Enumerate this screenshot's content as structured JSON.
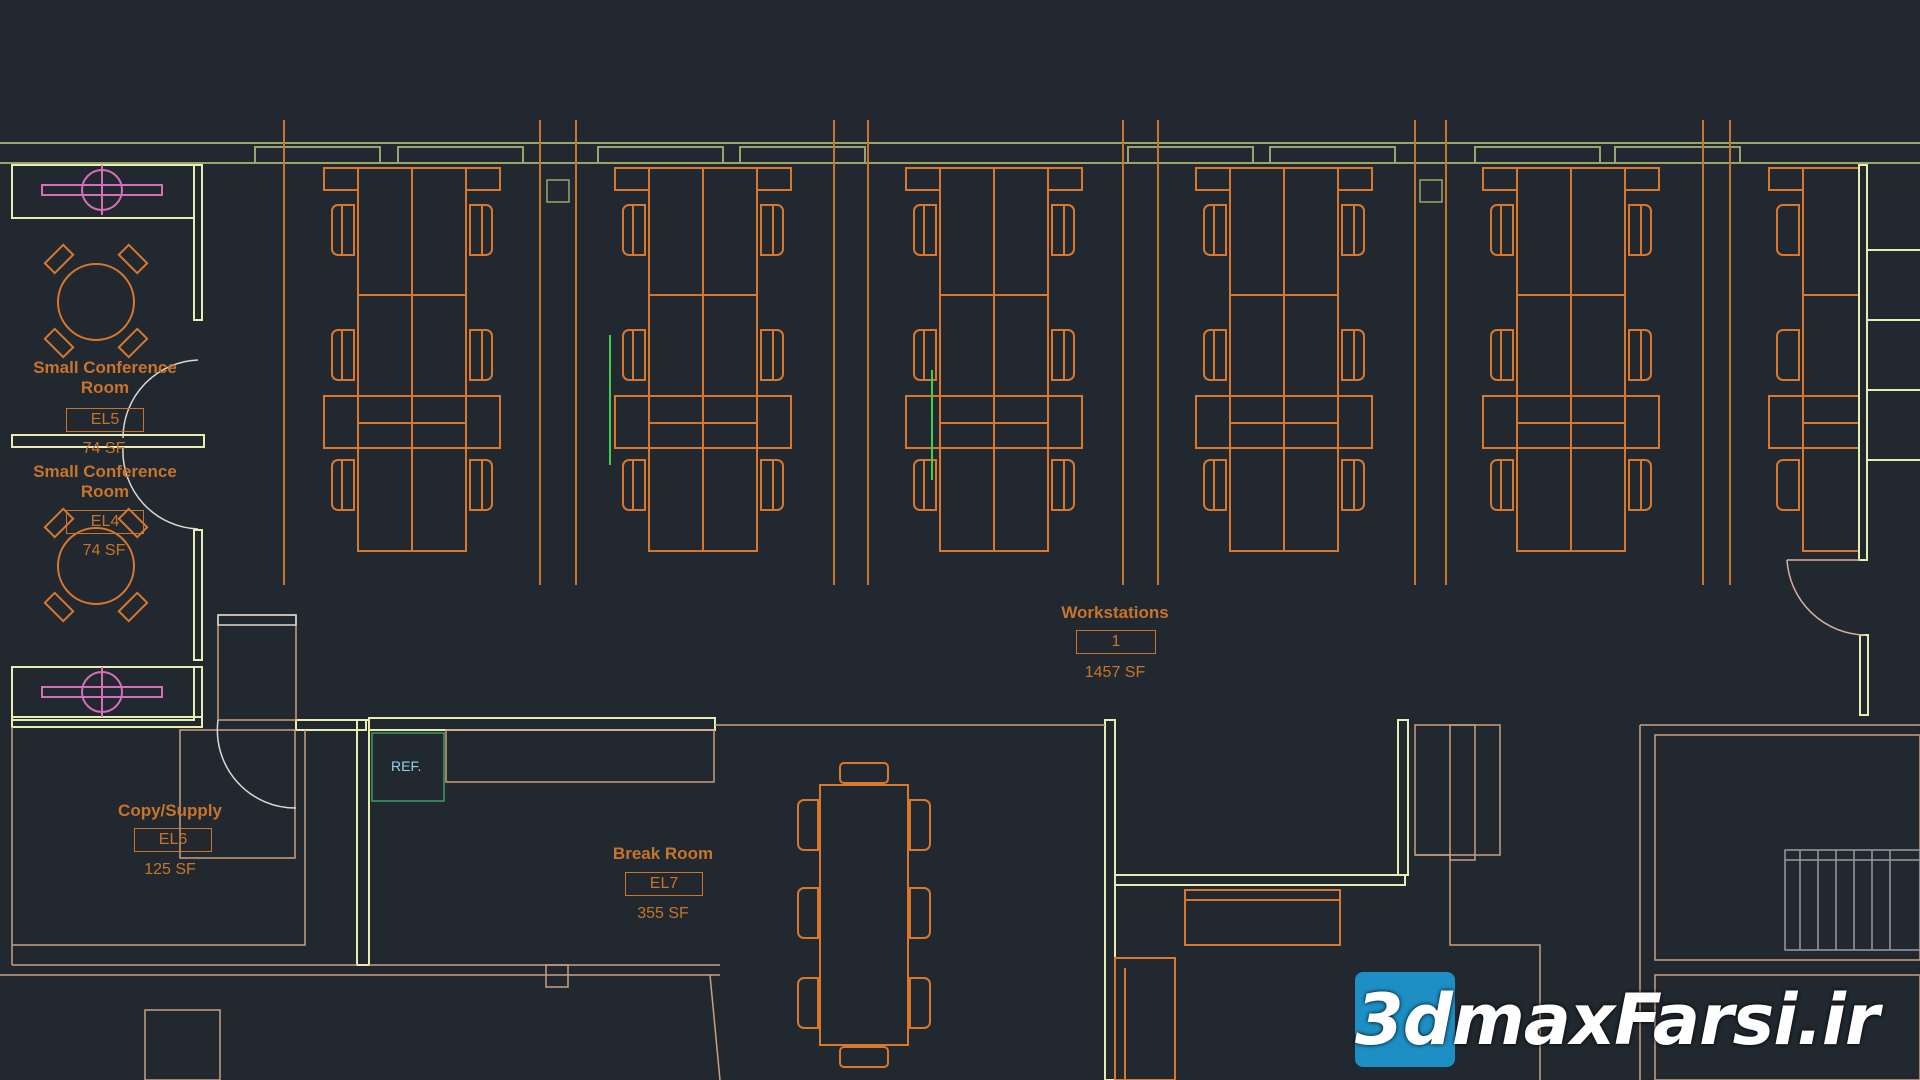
{
  "rooms": {
    "small_conf_a": {
      "name": "Small Conference Room",
      "name_l1": "Small Conference",
      "name_l2": "Room",
      "tag": "EL5",
      "area": "74 SF"
    },
    "small_conf_b": {
      "name": "Small Conference Room",
      "name_l1": "Small Conference",
      "name_l2": "Room",
      "tag": "EL4",
      "area": "74 SF"
    },
    "workstations": {
      "name": "Workstations",
      "tag": "1",
      "area": "1457 SF"
    },
    "copy_supply": {
      "name": "Copy/Supply",
      "tag": "EL6",
      "area": "125 SF"
    },
    "break_room": {
      "name": "Break Room",
      "tag": "EL7",
      "area": "355 SF"
    }
  },
  "fixtures": {
    "refrigerator": "REF."
  },
  "watermark": {
    "text": "3dmaxFarsi.ir"
  },
  "colors": {
    "background": "#212830",
    "furniture": "#d9782c",
    "labels": "#c8742a",
    "walls": "#e8edb0",
    "wall_outline": "#9aa46a",
    "lighting": "#d46fb8",
    "highlight": "#3fcf4f",
    "ref_box": "#3c9c5c",
    "logo_badge": "#1d8fc4"
  }
}
